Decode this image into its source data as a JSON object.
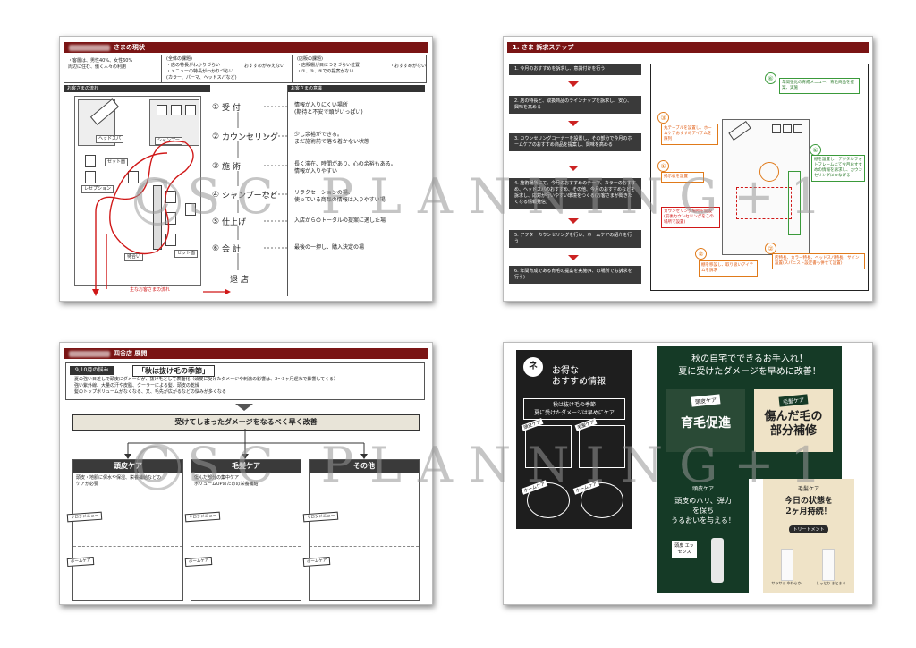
{
  "s1": {
    "title": "さまの現状",
    "info_left": [
      "・客層は、男性40%、女性60%",
      "周辺に住む、働く人々の利用"
    ],
    "info_mid_head": "(全体の課題)",
    "info_mid": [
      "・店の特長がわかりづらい",
      "・メニューの特長がわかりづらい",
      "(カラー、パーマ、ヘッドスパなど)"
    ],
    "info_mid2": "・おすすめがみえない",
    "info_right_head": "(店販の課題)",
    "info_right": [
      "・店販棚が目につきづらい位置",
      "・①、③、⑤での提案がない"
    ],
    "info_right2": "・おすすめがない",
    "flow_header": "お客さまの流れ",
    "feel_header": "お客さまの意識",
    "rooms": [
      "ヘッドスパ",
      "シャンプー",
      "セット面",
      "レセプション",
      "待合い",
      "セット面"
    ],
    "flow_label": "主なお客さまの流れ",
    "steps": [
      {
        "num": "①",
        "label": "受 付",
        "desc": [
          "情報が入りにくい場所",
          "(期待と不安で頭がいっぱい)"
        ]
      },
      {
        "num": "②",
        "label": "カウンセリング",
        "desc": [
          "少し余裕ができる。",
          "まだ施術前で落ち着かない状態"
        ]
      },
      {
        "num": "③",
        "label": "施 術",
        "desc": [
          "長く滞在、時間があり、心の余裕もある。",
          "情報が入りやすい"
        ]
      },
      {
        "num": "④",
        "label": "シャンプーなど",
        "desc": [
          "リラクセーションの場、",
          "使っている商品の情報は入りやすい場"
        ]
      },
      {
        "num": "⑤",
        "label": "仕上げ",
        "desc": [
          "入店からのトータルの提案に適した場"
        ]
      },
      {
        "num": "⑥",
        "label": "会 計",
        "desc": [
          "最後の一押し、購入決定の場"
        ]
      }
    ],
    "exit": "退 店"
  },
  "s2": {
    "title": "1. さま 訴求ステップ",
    "steps": [
      "1. 今月のおすすめを訴求し、意識付けを行う",
      "2. 店の特長と、取扱商品のラインナップを訴求し、安心、興味を高める",
      "3. カウンセリングコーナーを設置し、その部分で今月のホームケアのおすすめ商品を提案し、興味を高める",
      "4. 施術場所にて、今月のおすすめのテーマ、カラーのおすすめ、ヘッドスパのおすすめ、その他、今月のおすすめなどを訴求し、応対が行いやすい環境をつくる(お客さまが聞きたくなる情報発信)",
      "5. アフターカウンセリングを行い、ホームケアの紹介を行う",
      "6. 年間育成である育毛の提案を実施(4、の場所でも訴求を行う)"
    ],
    "callouts": [
      {
        "num": "⑥",
        "text": "年間強化の育成メニュー、育毛商品を提案、実施"
      },
      {
        "num": "③",
        "text": "丸テーブルを設置し、ホームケアおすすめアイテムを陳列"
      },
      {
        "num": "①",
        "text": "掲示板を設置"
      },
      {
        "num": "④",
        "text": "棚を設置し、デジタルフォトフレームにて今月おすすめの情報を訴求し、カウンセリングにつなげる"
      },
      {
        "num": "",
        "text": "カウンセリング場所を開設(前後カウンセリングをこの場所で設置)"
      },
      {
        "num": "②",
        "text": "棚を移設し、取り扱いアイテムを訴求"
      },
      {
        "num": "②",
        "text": "店特長、カラー特長、ヘッドスパ特長、サイン設置(スパニスト設定書も併せて設置)"
      }
    ]
  },
  "s3": {
    "title": "四谷店 展開",
    "label": "9,10月の悩み",
    "headline": "「秋は抜け毛の季節」",
    "bullets": [
      "・夏の強い日差しで頭皮にダメージが、抜け毛として表面化（頭皮に受けたダメージや刺激の影響は、2〜3ヶ月遅れで影響してくる）",
      "・強い紫外線、大量の汗や皮脂、クーラーによる髪、頭皮の乾燥",
      "・髪のトップボリュームがなくなる、又、毛先が広がるなどの悩みが多くなる"
    ],
    "banner": "受けてしまったダメージをなるべく早く改善",
    "cols": [
      {
        "head": "頭皮ケア",
        "body": [
          "頭皮・地肌に保水や保湿、栄養補給などの",
          "ケアが必要"
        ]
      },
      {
        "head": "毛髪ケア",
        "body": [
          "傷んだ部分の集中ケア",
          "ボリュームUPのための栄養補給"
        ]
      },
      {
        "head": "その他",
        "body": []
      }
    ],
    "tags": [
      "サロンメニュー",
      "ホームケア"
    ]
  },
  "s4": {
    "chalk_title": [
      "お得な",
      "おすすめ情報"
    ],
    "chalk_sub": [
      "秋は抜け毛の季節",
      "夏に受けたダメージは早めにケア"
    ],
    "chalk_tag1": "頭皮ケア",
    "chalk_tag2": "毛髪ケア",
    "chalk_home1": "ホームケア",
    "chalk_home2": "ホームケア",
    "green_title": [
      "秋の自宅でできるお手入れ！",
      "夏に受けたダメージを早めに改善！"
    ],
    "green_tag1": "頭皮ケア",
    "green_tag2": "毛髪ケア",
    "green_big1": "育毛促進",
    "green_big2": [
      "傷んだ毛の",
      "部分補修"
    ],
    "b1_tag": "頭皮ケア",
    "b1_text": [
      "頭皮のハリ、弾力",
      "を保ち",
      "うるおいを与える！"
    ],
    "b1_product": "頭皮 エッセンス",
    "b2_tag": "毛髪ケア",
    "b2_text": [
      "今日の状態を",
      "2ヶ月持続！"
    ],
    "b2_product": "トリートメント",
    "b2_labels": [
      "サラサラ やわらか",
      "しっとり まとまる"
    ]
  },
  "watermark": "CSC PLANNING+1"
}
